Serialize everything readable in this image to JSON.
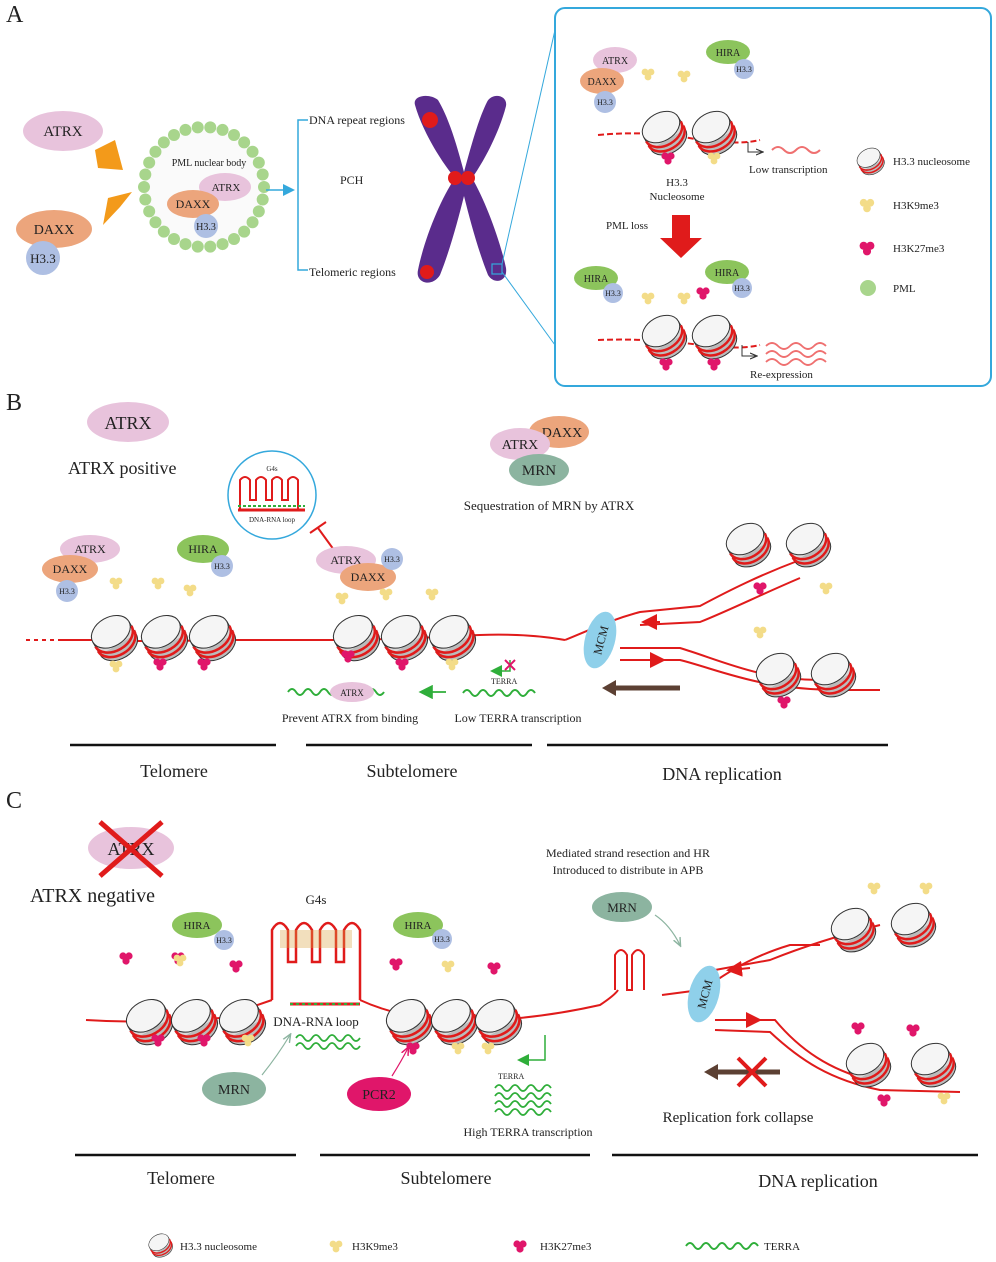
{
  "panels": {
    "a": "A",
    "b": "B",
    "c": "C"
  },
  "panelA": {
    "atrx": "ATRX",
    "daxx": "DAXX",
    "h33": "H3.3",
    "pml_body": "PML nuclear body",
    "body_atrx": "ATRX",
    "body_daxx": "DAXX",
    "body_h33": "H3.3",
    "dna_repeat": "DNA repeat regions",
    "pch": "PCH",
    "telomeric": "Telomeric regions",
    "inset": {
      "atrx": "ATRX",
      "daxx": "DAXX",
      "h33": "H3.3",
      "hira": "HIRA",
      "hira_h33": "H3.3",
      "low_transcription": "Low transcription",
      "nucleosome_line1": "H3.3",
      "nucleosome_line2": "Nucleosome",
      "pml_loss": "PML loss",
      "hira2": "HIRA",
      "hira2_h33": "H3.3",
      "hira3": "HIRA",
      "hira3_h33": "H3.3",
      "reexpression": "Re-expression"
    },
    "legend": {
      "nucleosome": "H3.3 nucleosome",
      "h3k9": "H3K9me3",
      "h3k27": "H3K27me3",
      "pml": "PML"
    }
  },
  "panelB": {
    "atrx_big": "ATRX",
    "atrx_positive": "ATRX positive",
    "g4s": "G4s",
    "dna_rna_loop": "DNA-RNA loop",
    "daxx": "DAXX",
    "atrx": "ATRX",
    "mrn": "MRN",
    "sequestration": "Sequestration of MRN by ATRX",
    "tel_atrx": "ATRX",
    "tel_daxx": "DAXX",
    "tel_h33": "H3.3",
    "hira": "HIRA",
    "hira_h33": "H3.3",
    "sub_atrx": "ATRX",
    "sub_daxx": "DAXX",
    "sub_h33": "H3.3",
    "mcm": "MCM",
    "terra": "TERRA",
    "terra_atrx": "ATRX",
    "prevent": "Prevent ATRX from binding",
    "low_terra": "Low TERRA transcription",
    "sections": [
      "Telomere",
      "Subtelomere",
      "DNA replication"
    ]
  },
  "panelC": {
    "atrx_crossed": "ATRX",
    "atrx_negative": "ATRX negative",
    "hira1": "HIRA",
    "hira1_h33": "H3.3",
    "g4s": "G4s",
    "hira2": "HIRA",
    "hira2_h33": "H3.3",
    "mediated1": "Mediated strand resection and HR",
    "mediated2": "Introduced to distribute in APB",
    "mrn_top": "MRN",
    "mcm": "MCM",
    "dna_rna_loop": "DNA-RNA loop",
    "mrn": "MRN",
    "pcr2": "PCR2",
    "terra": "TERRA",
    "high_terra": "High TERRA transcription",
    "fork_collapse": "Replication fork collapse",
    "sections": [
      "Telomere",
      "Subtelomere",
      "DNA replication"
    ]
  },
  "bottomLegend": {
    "nucleosome": "H3.3 nucleosome",
    "h3k9": "H3K9me3",
    "h3k27": "H3K27me3",
    "terra": "TERRA"
  },
  "colors": {
    "atrx": "#e8c3dc",
    "daxx": "#eca57c",
    "h33": "#aebfe3",
    "hira": "#8cc45c",
    "mrn": "#8cb4a0",
    "pcr2": "#e0166a",
    "mcm": "#8fd0ea",
    "pml": "#a8d58c",
    "dna": "#e01b1b",
    "terra": "#2fae3a",
    "chromosome": "#5a2c8c",
    "h3k9": "#f3dc88",
    "h3k27": "#e0166a",
    "inset_border": "#34a8dc",
    "arrow_orange": "#f39a1a"
  }
}
